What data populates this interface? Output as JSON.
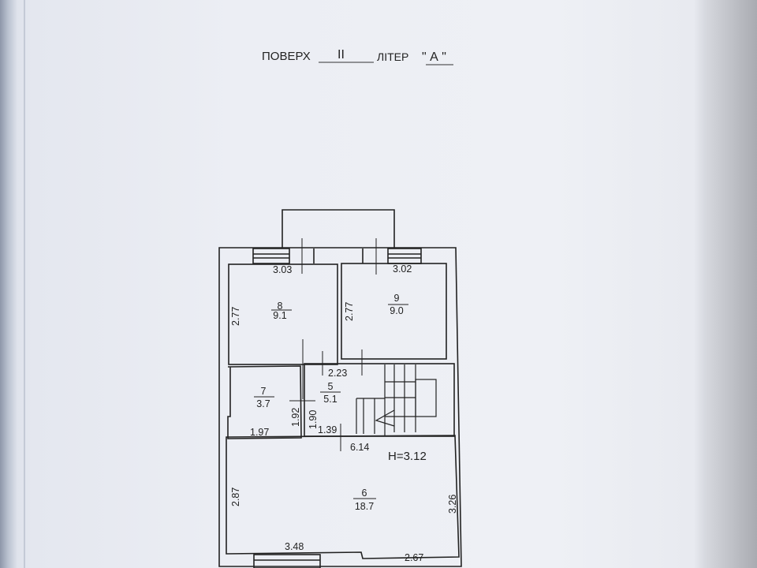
{
  "header": {
    "floor_label": "ПОВЕРХ",
    "floor_value": "II",
    "letter_label": "ЛІТЕР",
    "letter_value": "\" А \""
  },
  "plan": {
    "height_note": "H=3.12",
    "rooms": [
      {
        "number": "8",
        "area": "9.1",
        "width": "3.03",
        "depth": "2.77"
      },
      {
        "number": "9",
        "area": "9.0",
        "width": "3.02",
        "depth": "2.77"
      },
      {
        "number": "7",
        "area": "3.7",
        "width": "1.97",
        "depth": "1.92"
      },
      {
        "number": "5",
        "area": "5.1",
        "width_top": "2.23",
        "depth": "1.90",
        "width_bottom": "1.39"
      },
      {
        "number": "6",
        "area": "18.7",
        "width_top": "6.14",
        "depth_left": "2.87",
        "depth_right": "3.26",
        "width_bottom_left": "3.48",
        "width_bottom_right": "2.67"
      }
    ]
  }
}
